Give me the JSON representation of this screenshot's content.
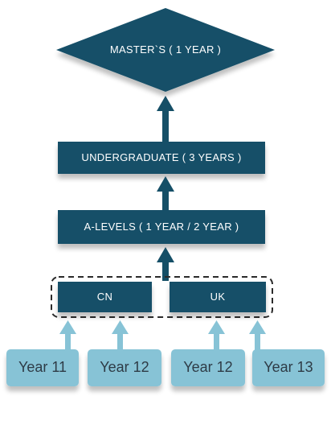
{
  "diagram": {
    "top": {
      "label": "MASTER`S ( 1 YEAR )"
    },
    "undergraduate": {
      "label": "UNDERGRADUATE ( 3  YEARS )"
    },
    "alevels": {
      "label": "A-LEVELS ( 1 YEAR / 2 YEAR )"
    },
    "cn": {
      "label": "CN"
    },
    "uk": {
      "label": "UK"
    },
    "years": [
      {
        "label": "Year 11"
      },
      {
        "label": "Year 12"
      },
      {
        "label": "Year 12"
      },
      {
        "label": "Year 13"
      }
    ]
  },
  "colors": {
    "main_box": "#154f67",
    "year_box": "#87c3d6",
    "year_text": "#2e3b46",
    "dashed_border": "#2b2b2b"
  }
}
